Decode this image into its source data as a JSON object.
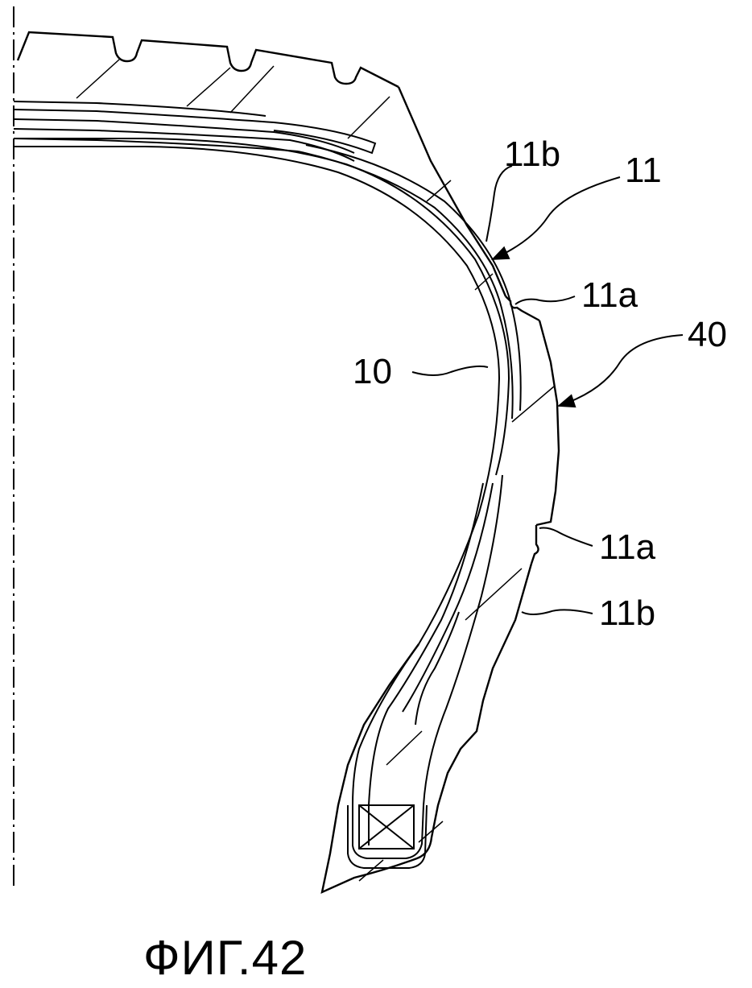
{
  "figure": {
    "caption": "ФИГ.42",
    "labels": {
      "tire": "11",
      "sidewall_upper": "11b",
      "groove_upper": "11a",
      "sidewall_lower": "11b",
      "groove_lower": "11a",
      "label_area": "40",
      "carcass": "10"
    }
  },
  "colors": {
    "ink": "#000000",
    "paper": "#ffffff"
  }
}
